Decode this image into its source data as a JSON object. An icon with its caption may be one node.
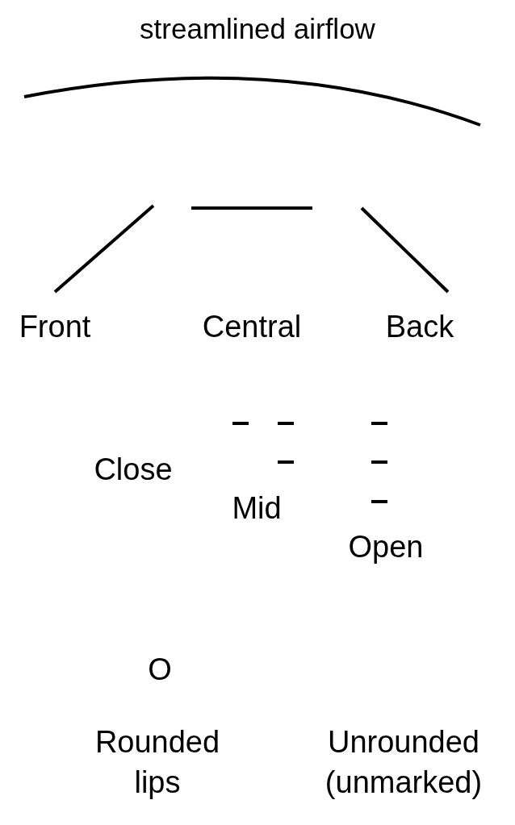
{
  "diagram": {
    "title": "streamlined airflow",
    "labels": [
      "Front",
      "Central",
      "Back",
      "Close",
      "Mid",
      "Open",
      "O",
      "Rounded lips",
      "Unrounded (unmarked)"
    ]
  }
}
